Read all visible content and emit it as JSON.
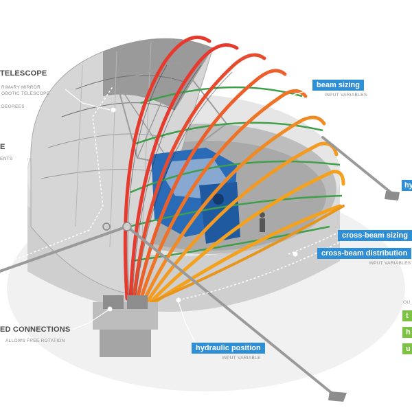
{
  "labels": {
    "telescope_title": "TELESCOPE",
    "telescope_sub1": "RIMARY MIRROR",
    "telescope_sub2": "OBOTIC TELESCOPE",
    "telescope_sub3": "DEGREES",
    "left_title": "E",
    "left_sub": "ENTS",
    "beam_sizing": "beam sizing",
    "beam_sizing_sub": "INPUT VARIABLES",
    "hy_tag": "hy",
    "cross_beam_sizing": "cross-beam sizing",
    "cross_beam_distribution": "cross-beam distribution",
    "cross_beam_sub": "INPUT VARIABLES",
    "connections_title": "ED CONNECTIONS",
    "connections_sub": "ALLOWS FREE ROTATION",
    "hydraulic_position": "hydraulic position",
    "hydraulic_sub": "INPUT VARIABLE",
    "out_sub": "OU",
    "green_t": "t",
    "green_h": "h",
    "green_u": "u"
  },
  "colors": {
    "blue_tag": "#2f8fd6",
    "green_tag": "#7dc243",
    "arch_red": "#e63a2e",
    "arch_orange": "#f08a24",
    "arch_amber": "#f4a21e",
    "purlin_green": "#3f9e4a",
    "telescope_blue": "#2a6bb8"
  },
  "icons": [
    "hinge-icon",
    "hydraulic-piston-icon",
    "telescope-icon",
    "person-figure-icon"
  ]
}
